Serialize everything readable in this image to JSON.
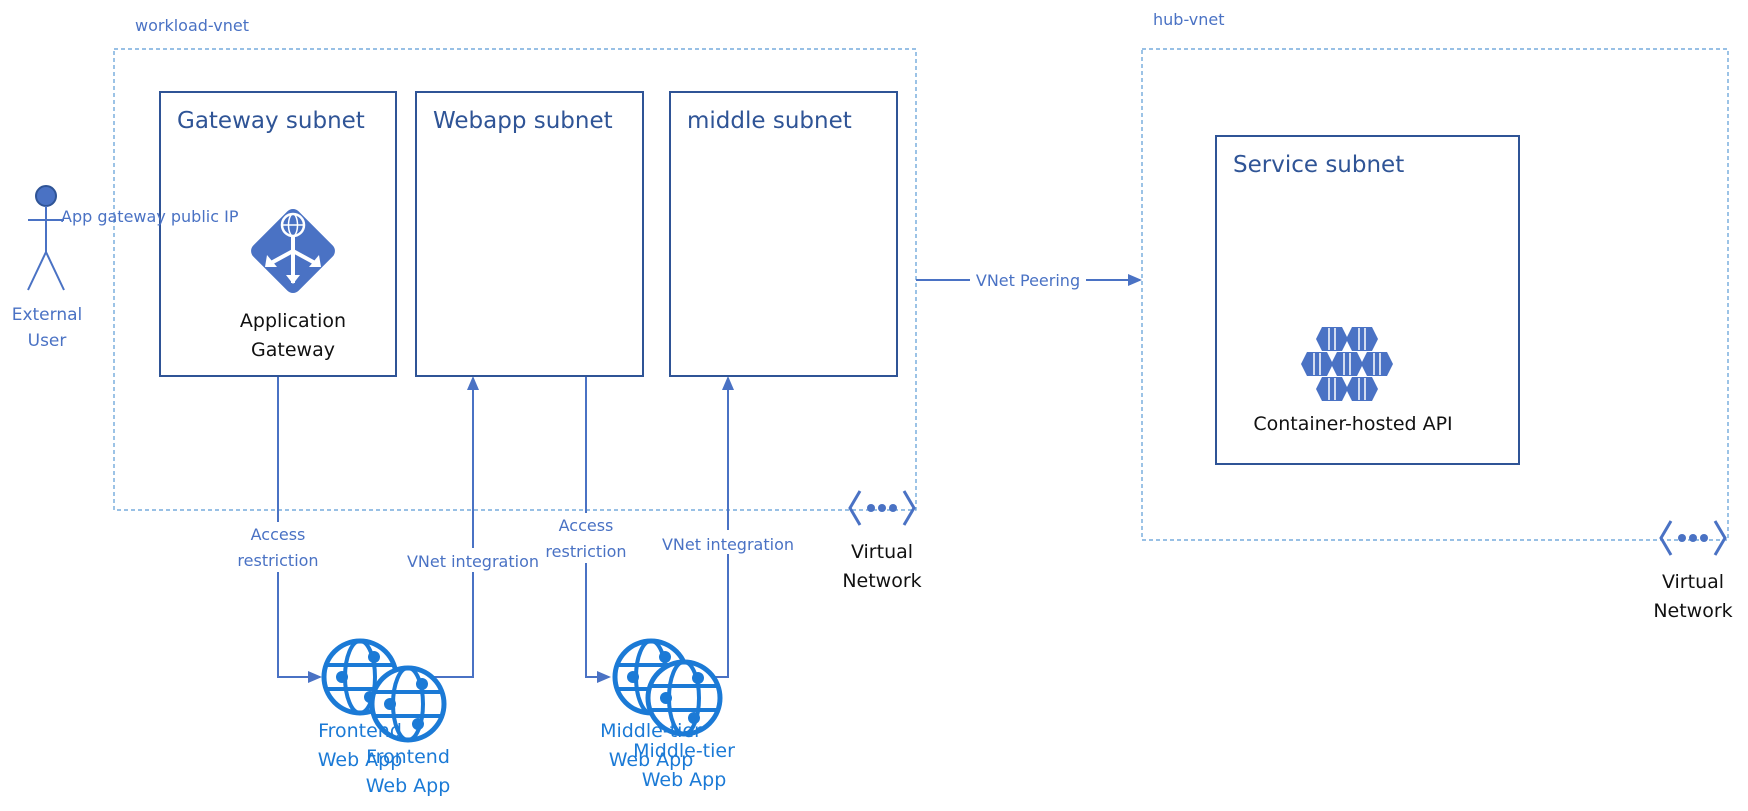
{
  "vnets": {
    "workload": {
      "title": "workload-vnet",
      "icon_label": [
        "Virtual",
        "Network"
      ]
    },
    "hub": {
      "title": "hub-vnet",
      "icon_label": [
        "Virtual",
        "Network"
      ]
    }
  },
  "subnets": {
    "gateway": "Gateway subnet",
    "webapp": "Webapp subnet",
    "middle": "middle subnet",
    "service": "Service subnet"
  },
  "actor": {
    "label": [
      "External",
      "User"
    ],
    "edge_label": "App gateway public IP"
  },
  "nodes": {
    "app_gateway": [
      "Application",
      "Gateway"
    ],
    "container_api": "Container-hosted API",
    "frontend_a": [
      "Frontend",
      "Web App"
    ],
    "frontend_b": [
      "Frontend",
      "Web App"
    ],
    "middle_a": [
      "Middle-tier",
      "Web App"
    ],
    "middle_b": [
      "Middle-tier",
      "Web App"
    ]
  },
  "edges": {
    "access_restriction_1": [
      "Access",
      "restriction"
    ],
    "vnet_integration_1": "VNet integration",
    "access_restriction_2": [
      "Access",
      "restriction"
    ],
    "vnet_integration_2": "VNet integration",
    "peering": "VNet Peering"
  },
  "colors": {
    "accent": "#4a72c4",
    "box_border": "#2f5496",
    "vnet_dash": "#5b9bd5",
    "webapp_blue": "#1b7ad6"
  }
}
